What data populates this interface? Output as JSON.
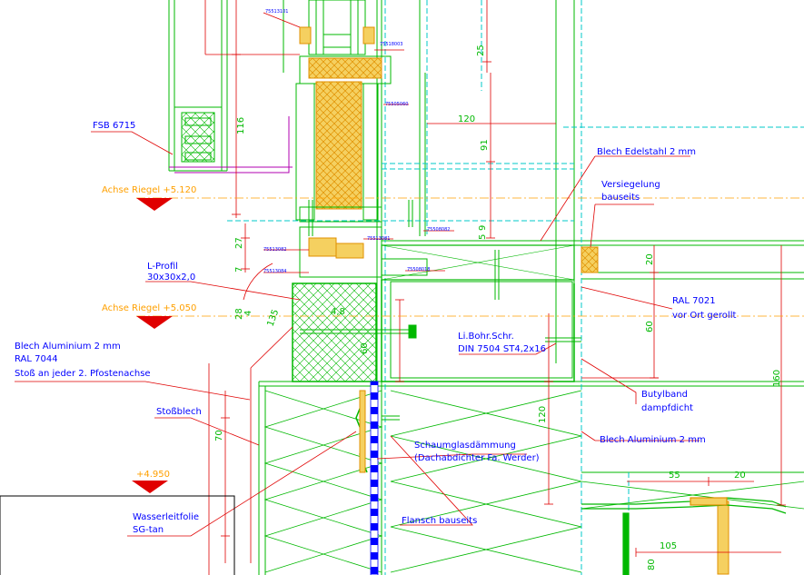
{
  "colors": {
    "red": "#e00000",
    "green": "#00b800",
    "blue": "#0000ff",
    "cyan": "#00c8c8",
    "magenta": "#b000b0",
    "orange": "#ffa000",
    "yellow_fill": "#f5d060",
    "yellow_hatch": "#e09000",
    "dark_green": "#007000",
    "black": "#000000"
  },
  "labels": {
    "fsb": "FSB 6715",
    "achse_upper": "Achse Riegel   +5.120",
    "achse_lower": "Achse Riegel   +5.050",
    "l_profil_1": "L-Profil",
    "l_profil_2": "30x30x2,0",
    "blech_alu_left_1": "Blech Aluminium 2 mm",
    "blech_alu_left_2": "RAL 7044",
    "blech_alu_left_3": "Stoß an jeder 2. Pfostenachse",
    "stossblech": "Stoßblech",
    "level_4950": "+4.950",
    "wasserleitfolie_1": "Wasserleitfolie",
    "wasserleitfolie_2": "SG-tan",
    "flansch": "Flansch bauseits",
    "schaumglas_1": "Schaumglasdämmung",
    "schaumglas_2": "(Dachabdichter Fa. Werder)",
    "blech_alu_right": "Blech Aluminium 2 mm",
    "blech_edelstahl": "Blech Edelstahl 2 mm",
    "versiegelung_1": "Versiegelung",
    "versiegelung_2": "bauseits",
    "ral_7021_1": "RAL 7021",
    "ral_7021_2": "vor Ort gerollt",
    "butylband_1": "Butylband",
    "butylband_2": "dampfdicht",
    "screw_1": "Li.Bohr.Schr.",
    "screw_2": "DIN 7504 ST4,2x16"
  },
  "part_numbers": [
    "75513101",
    "75518003",
    "75505060",
    "75508082",
    "75513081",
    "75513082",
    "75513084",
    "75508018"
  ],
  "dimensions": {
    "d25": "25",
    "d116": "116",
    "d120_top": "120",
    "d91": "91",
    "d5": "5",
    "d9": "9",
    "d27": "27",
    "d7": "7",
    "d20_right": "20",
    "d60_right": "60",
    "d160": "160",
    "d28": "28",
    "d4": "4",
    "d48": "4,8",
    "d60_mid": "60",
    "d135": "135",
    "d70": "70",
    "d120_mid": "120",
    "d55": "55",
    "d20_bottom": "20",
    "d105": "105",
    "d80": "80"
  }
}
